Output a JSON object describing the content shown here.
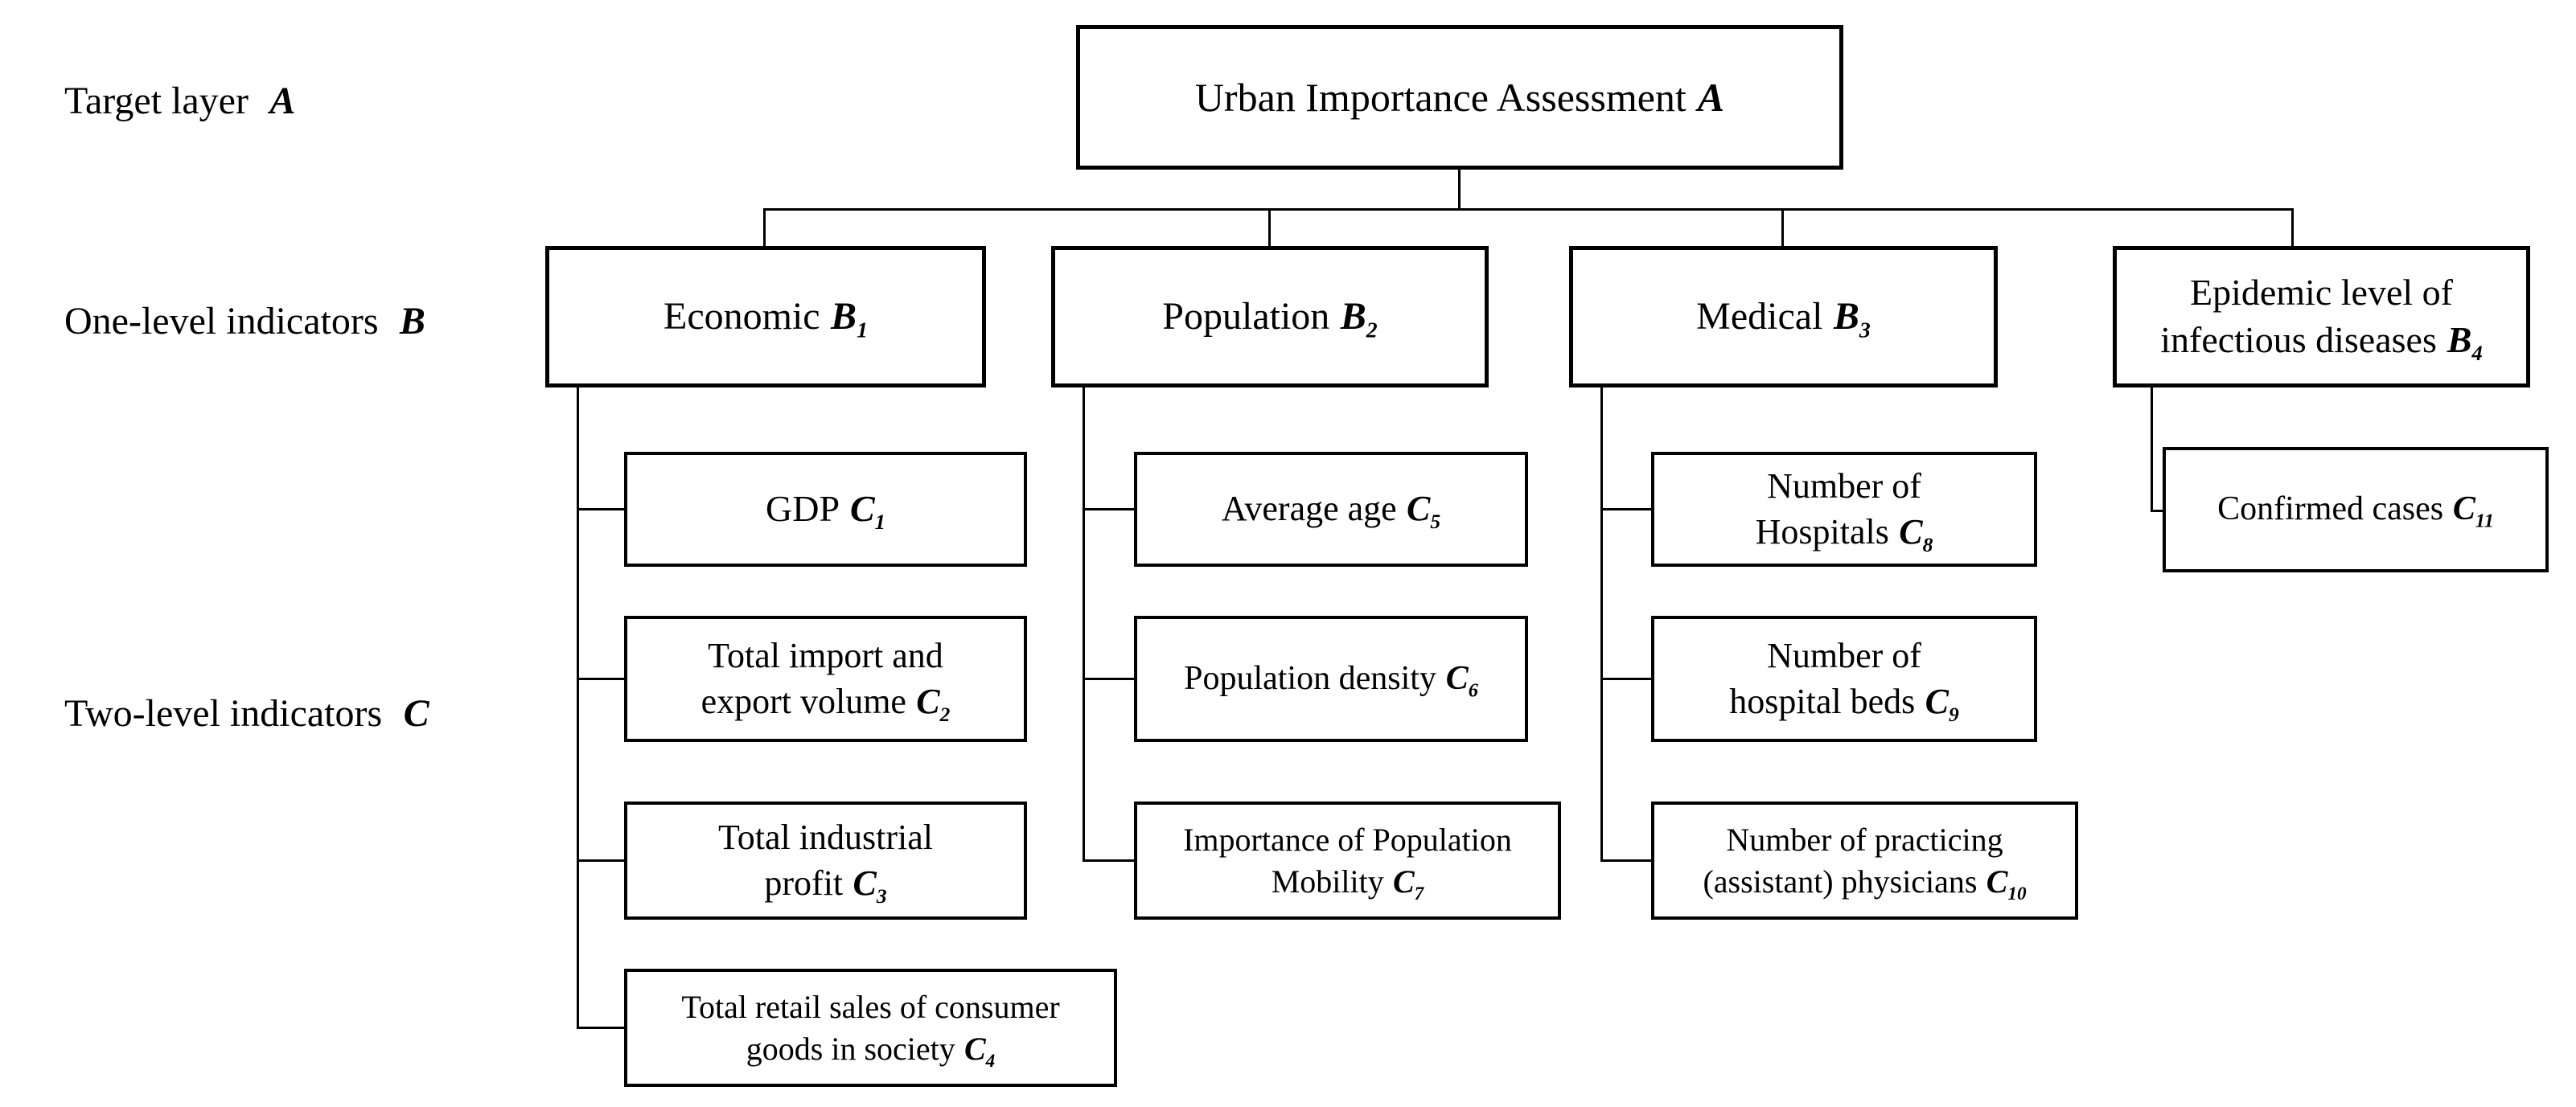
{
  "figure": {
    "background": "#ffffff",
    "line_color": "#000000"
  },
  "layer_labels": {
    "target": {
      "text": "Target layer",
      "symbol": "A"
    },
    "one_level": {
      "text": "One-level indicators",
      "symbol": "B"
    },
    "two_level": {
      "text": "Two-level indicators",
      "symbol": "C"
    }
  },
  "nodes": {
    "a": {
      "line1": "Urban Importance Assessment",
      "symbol": "A",
      "sub": ""
    },
    "b1": {
      "line1": "Economic",
      "symbol": "B",
      "sub": "1"
    },
    "b2": {
      "line1": "Population",
      "symbol": "B",
      "sub": "2"
    },
    "b3": {
      "line1": "Medical",
      "symbol": "B",
      "sub": "3"
    },
    "b4": {
      "line1": "Epidemic level of",
      "line2": "infectious diseases",
      "symbol": "B",
      "sub": "4"
    },
    "c1": {
      "line1": "GDP",
      "symbol": "C",
      "sub": "1"
    },
    "c2": {
      "line1": "Total import and",
      "line2": "export volume",
      "symbol": "C",
      "sub": "2"
    },
    "c3": {
      "line1": "Total industrial",
      "line2": "profit",
      "symbol": "C",
      "sub": "3"
    },
    "c4": {
      "line1": "Total retail sales of consumer",
      "line2": "goods in society",
      "symbol": "C",
      "sub": "4"
    },
    "c5": {
      "line1": "Average age",
      "symbol": "C",
      "sub": "5"
    },
    "c6": {
      "line1": "Population density",
      "symbol": "C",
      "sub": "6"
    },
    "c7": {
      "line1": "Importance of Population",
      "line2": "Mobility",
      "symbol": "C",
      "sub": "7"
    },
    "c8": {
      "line1": "Number of",
      "line2": "Hospitals",
      "symbol": "C",
      "sub": "8"
    },
    "c9": {
      "line1": "Number of",
      "line2": "hospital beds",
      "symbol": "C",
      "sub": "9"
    },
    "c10": {
      "line1": "Number of practicing",
      "line2": "(assistant) physicians",
      "symbol": "C",
      "sub": "10"
    },
    "c11": {
      "line1": "Confirmed cases",
      "symbol": "C",
      "sub": "11"
    }
  }
}
